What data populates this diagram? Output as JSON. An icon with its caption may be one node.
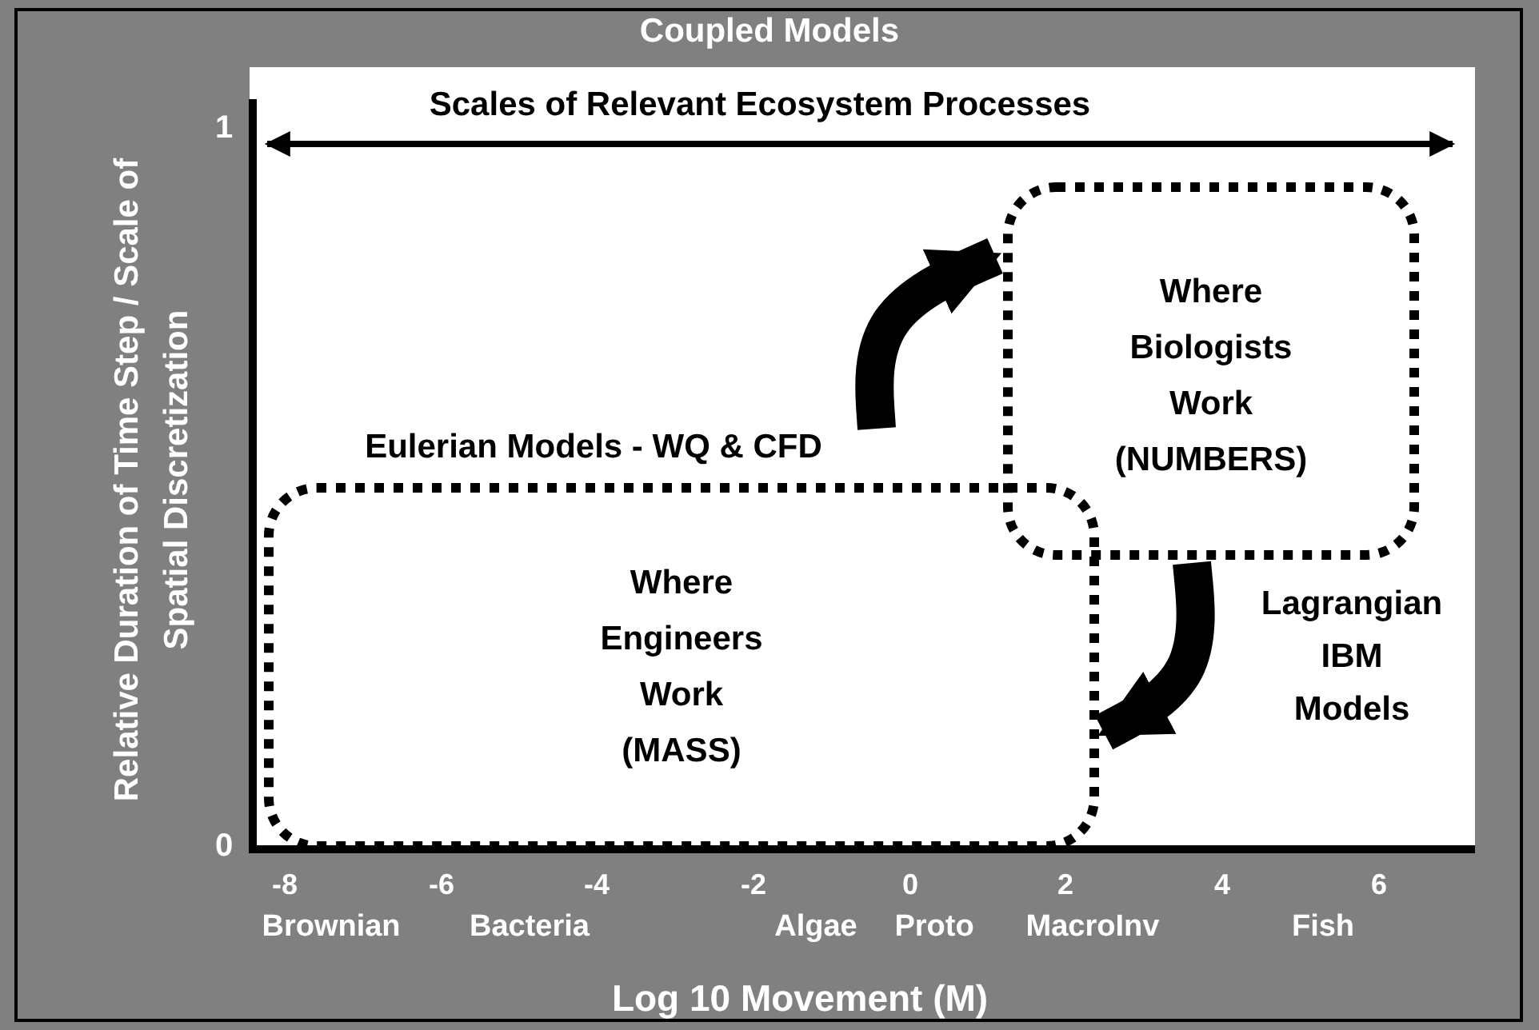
{
  "diagram": {
    "title": "Coupled Models",
    "nodes": [
      {
        "text": [
          "Eulerian Models - WQ & CFD",
          "Where Engineers Work (MASS)"
        ]
      },
      {
        "text": [
          "Where Biologists Work (NUMBERS)"
        ]
      }
    ],
    "edges": [
      {
        "from": 0,
        "to": 1,
        "arrow": "to"
      },
      {
        "from": 1,
        "to": 0,
        "arrow": "to"
      }
    ],
    "labels": [
      "Relative Duration of Time Step / Scale of Spatial Discretization",
      "1",
      "Scales of Relevant Ecosystem Processes",
      "Lagrangian IBM Models",
      "0",
      "-8",
      "-6",
      "-4",
      "-2",
      "0",
      "2",
      "4",
      "6",
      "Brownian",
      "Bacteria",
      "Algae",
      "Proto",
      "MacroInv",
      "Fish",
      "Log 10 Movement (M)"
    ]
  }
}
